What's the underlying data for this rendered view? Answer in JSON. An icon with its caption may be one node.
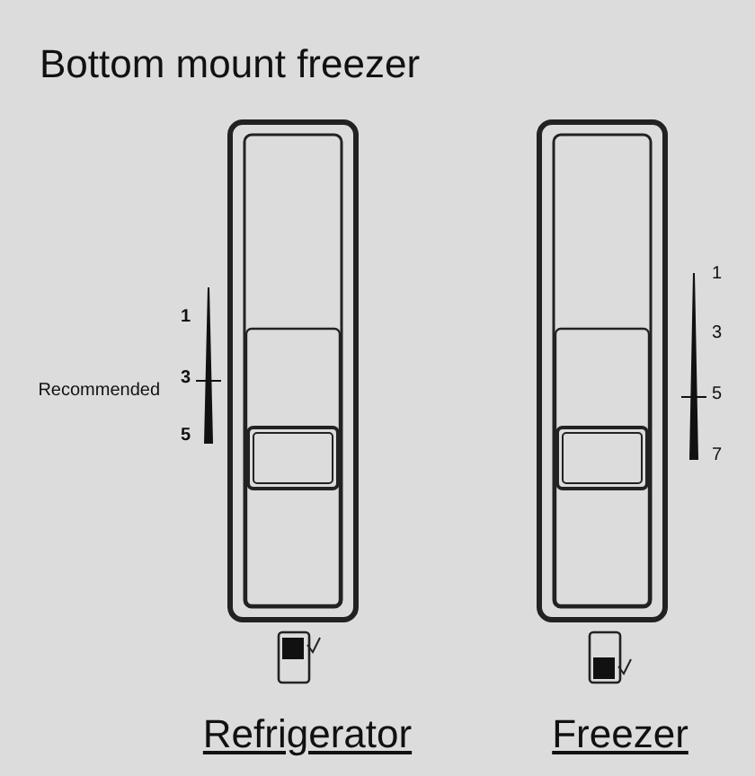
{
  "diagram": {
    "title": "Bottom mount freezer",
    "labels": [
      "1",
      "3",
      "Recommended",
      "5",
      "1",
      "3",
      "5",
      "7",
      "Refrigerator",
      "Freezer"
    ]
  }
}
